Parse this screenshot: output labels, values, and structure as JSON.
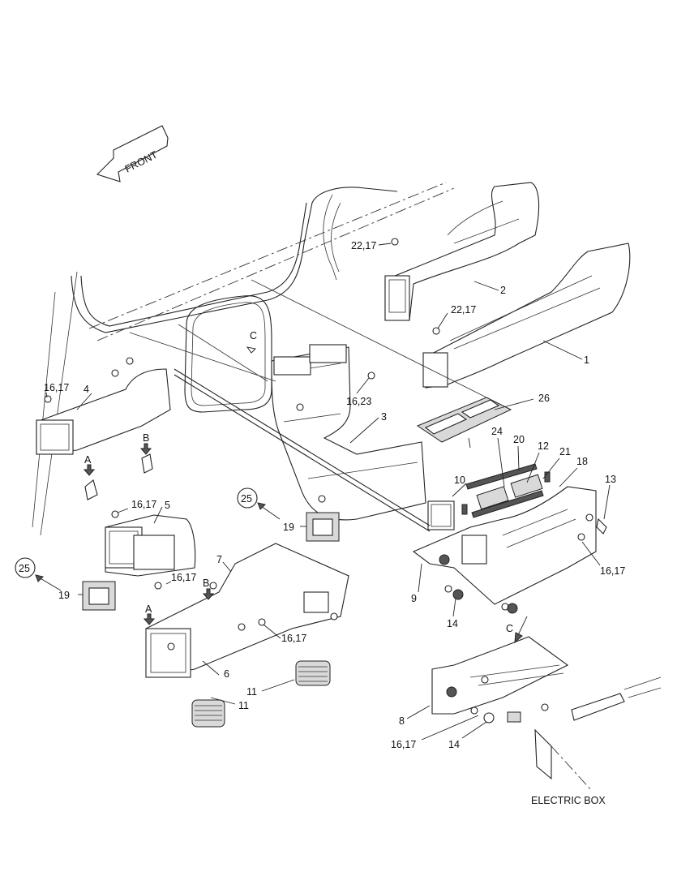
{
  "front_label": "FRONT",
  "electric_box_label": "ELECTRIC BOX",
  "reference_circle": "25",
  "callouts": {
    "c1": "1",
    "c2": "2",
    "c3": "3",
    "c4": "4",
    "c5": "5",
    "c6": "6",
    "c7": "7",
    "c8": "8",
    "c9": "9",
    "c10": "10",
    "c11a": "11",
    "c11b": "11",
    "c12": "12",
    "c13": "13",
    "c14a": "14",
    "c14b": "14",
    "c18": "18",
    "c19a": "19",
    "c19b": "19",
    "c20": "20",
    "c21": "21",
    "c24": "24",
    "c26": "26",
    "c22_17a": "22,17",
    "c22_17b": "22,17",
    "c16_23": "16,23",
    "c16_17a": "16,17",
    "c16_17b": "16,17",
    "c16_17c": "16,17",
    "c16_17d": "16,17",
    "c16_17e": "16,17",
    "c16_17f": "16,17"
  },
  "markers": {
    "a1": "A",
    "a2": "A",
    "b1": "B",
    "b2": "B",
    "c1": "C",
    "c2": "C"
  }
}
